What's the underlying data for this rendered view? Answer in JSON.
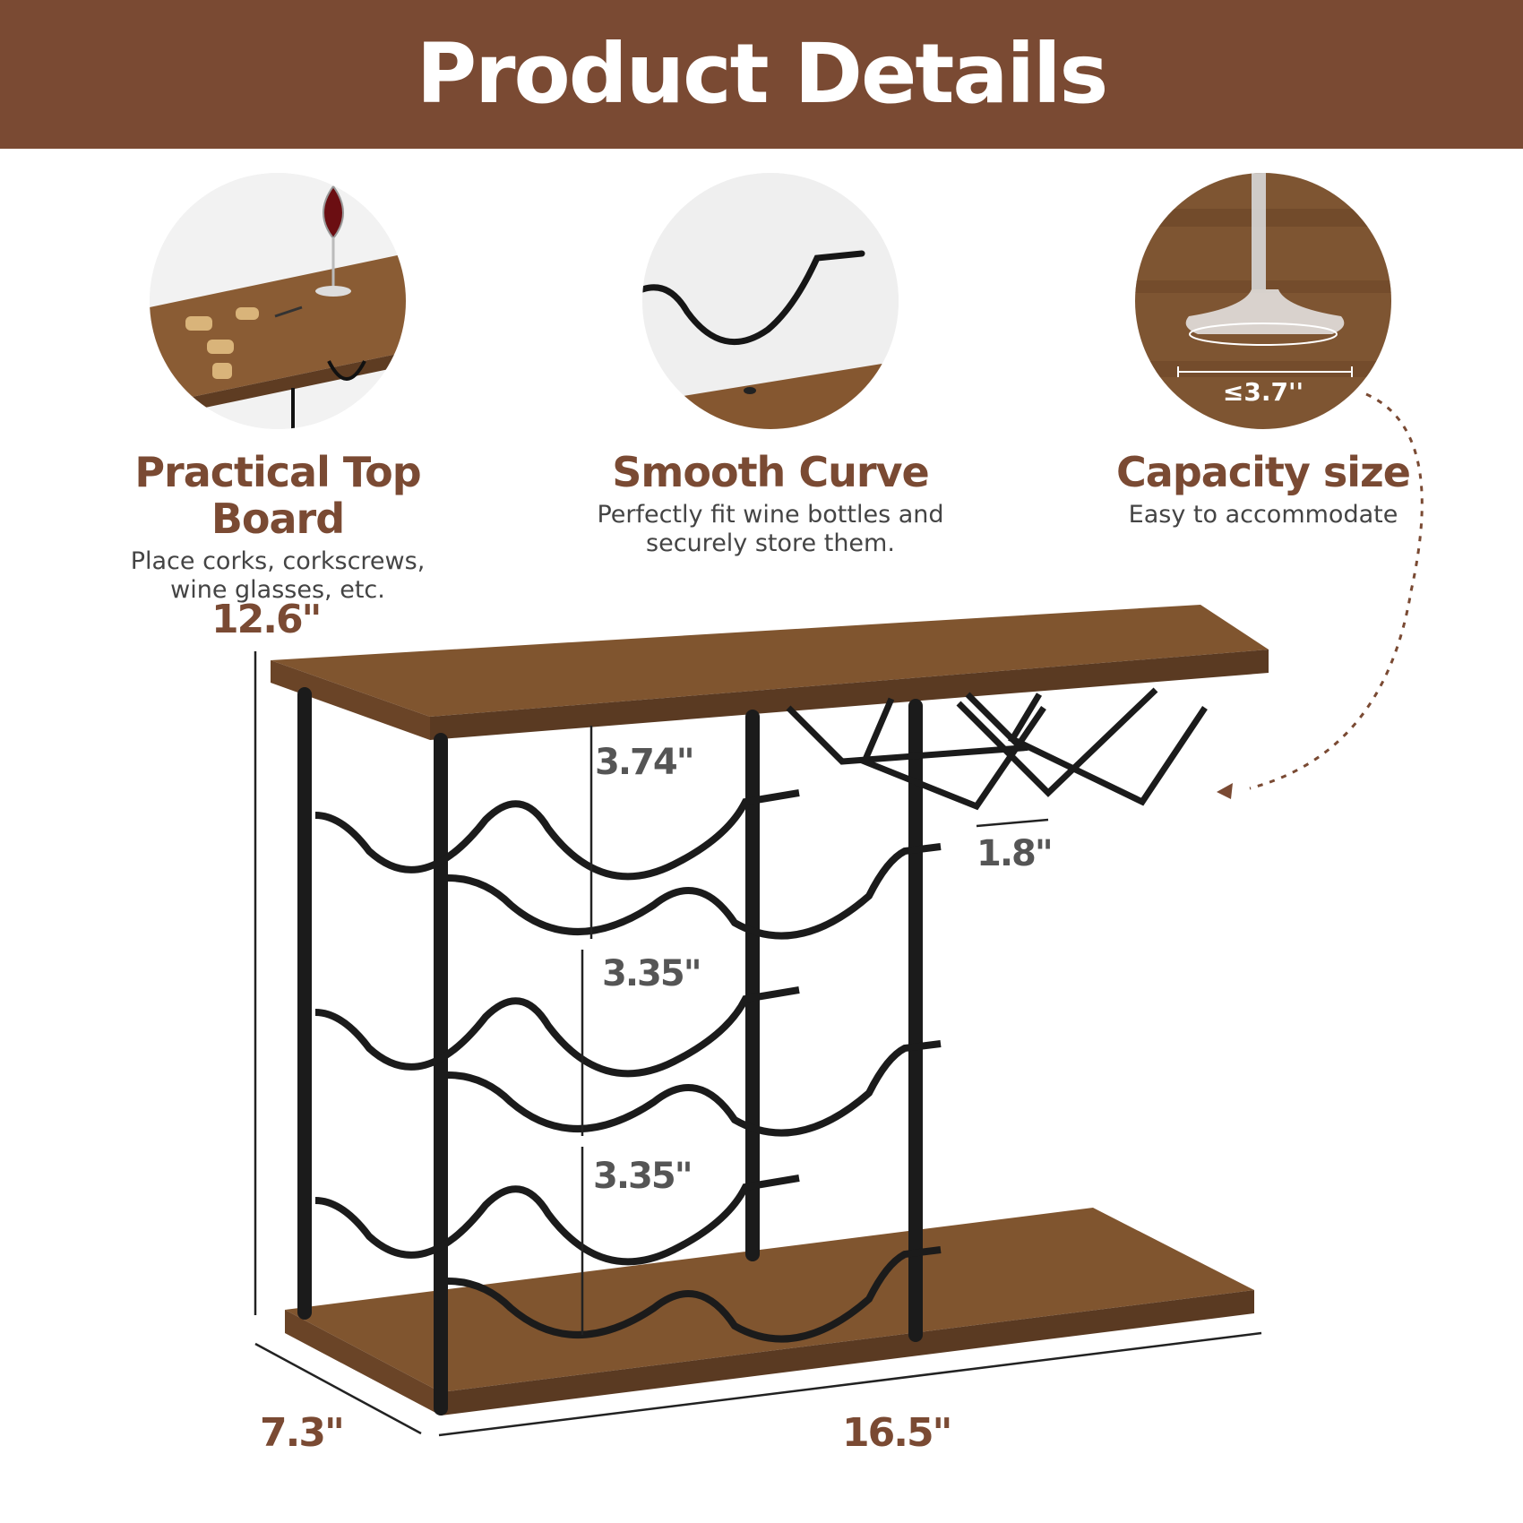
{
  "header": {
    "title": "Product Details"
  },
  "colors": {
    "brand": "#7a4a33",
    "wood": "#7b5330",
    "metal": "#1b1b1b"
  },
  "features": [
    {
      "icon": "wooden-top-board-with-corks-image",
      "title": "Practical Top Board",
      "desc_lines": [
        "Place corks, corkscrews,",
        "wine glasses, etc."
      ]
    },
    {
      "icon": "curved-metal-wire-image",
      "title": "Smooth Curve",
      "desc_lines": [
        "Perfectly fit wine bottles and",
        "securely store them."
      ]
    },
    {
      "icon": "wine-glass-base-image",
      "title": "Capacity size",
      "desc_lines": [
        "Easy to accommodate"
      ],
      "callout": "≤3.7''"
    }
  ],
  "dimensions": {
    "height": "12.6\"",
    "depth": "7.3\"",
    "width": "16.5\"",
    "slot_1": "3.74\"",
    "slot_2": "3.35\"",
    "slot_3": "3.35\"",
    "glass_gap": "1.8\""
  }
}
